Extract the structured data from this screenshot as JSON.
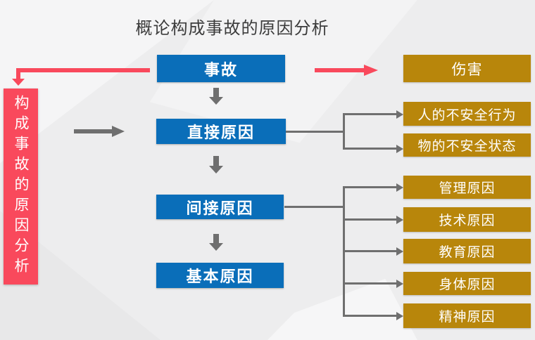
{
  "title": "概论构成事故的原因分析",
  "side_box": {
    "label": "构成事故的原因分析"
  },
  "chain": {
    "accident": "事故",
    "direct": "直接原因",
    "indirect": "间接原因",
    "basic": "基本原因"
  },
  "outcomes": {
    "harm": "伤害",
    "direct_causes": [
      "人的不安全行为",
      "物的不安全状态"
    ],
    "indirect_causes": [
      "管理原因",
      "技术原因",
      "教育原因",
      "身体原因",
      "精神原因"
    ]
  },
  "colors": {
    "node_blue": "#0a6eb9",
    "result_gold": "#b8860b",
    "accent_red": "#f9495c",
    "connector_gray": "#6f6f6f",
    "background": "#ededee",
    "title_text": "#3c3c3c"
  }
}
